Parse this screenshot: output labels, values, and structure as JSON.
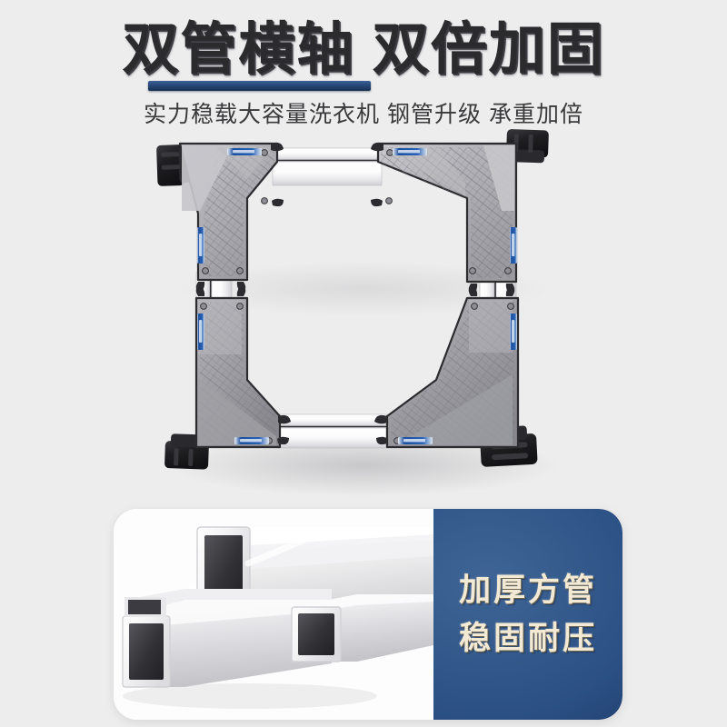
{
  "background_color": "#ededed",
  "header": {
    "headline": "双管横轴 双倍加固",
    "headline_color": "#2b2b2e",
    "underline_color": "#274878",
    "subtitle": "实力稳载大容量洗衣机 钢管升级 承重加倍",
    "subtitle_color": "#3a3a3c"
  },
  "product": {
    "name": "washing-machine-base-stand",
    "alt": "可伸缩洗衣机底座支架",
    "tube_color": "#ffffff",
    "bracket_color": "#a8a8ac",
    "foot_color": "#232326",
    "label_color": "#1a4f9c",
    "corners": [
      {
        "id": "top-left",
        "label": "blue-spec-sticker"
      },
      {
        "id": "top-right",
        "label": "blue-spec-sticker"
      },
      {
        "id": "bottom-left",
        "label": "blue-spec-sticker"
      },
      {
        "id": "bottom-right",
        "label": "blue-spec-sticker"
      }
    ]
  },
  "feature_card": {
    "photo_alt": "加厚不锈钢方管特写",
    "panel_color": "#2b5084",
    "text_color": "#f3ead6",
    "lines": [
      "加厚方管",
      "稳固耐压"
    ]
  }
}
